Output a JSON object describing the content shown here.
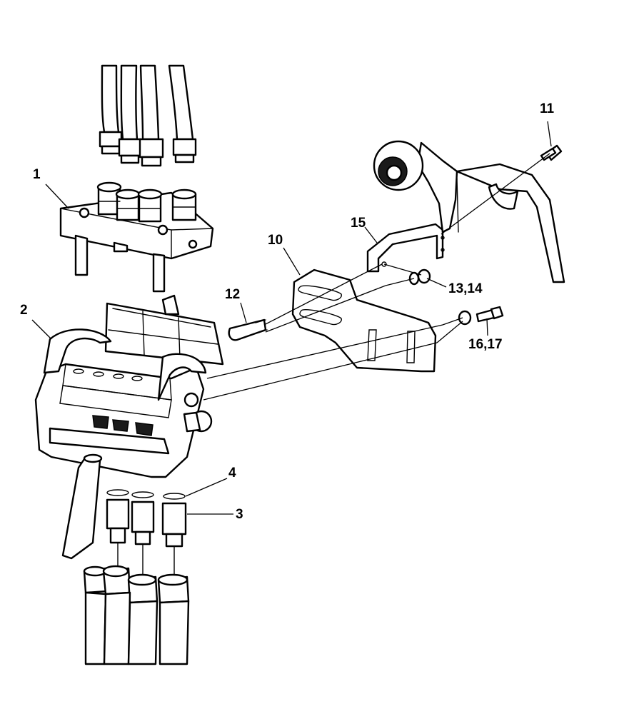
{
  "callouts": {
    "c1": "1",
    "c2": "2",
    "c3": "3",
    "c4": "4",
    "c10": "10",
    "c11": "11",
    "c12": "12",
    "c15": "15",
    "c13_14": "13,14",
    "c16_17": "16,17"
  }
}
